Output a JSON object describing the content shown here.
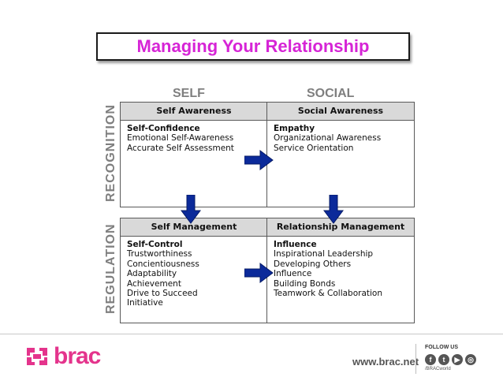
{
  "title": "Managing Your Relationship",
  "columns": {
    "self": "SELF",
    "social": "SOCIAL"
  },
  "rows": {
    "recognition": "RECOGNITION",
    "regulation": "REGULATION"
  },
  "quadrants": {
    "self_awareness": {
      "header": "Self Awareness",
      "lead": "Self-Confidence",
      "items": [
        "Emotional Self-Awareness",
        "Accurate Self Assessment"
      ]
    },
    "social_awareness": {
      "header": "Social Awareness",
      "lead": "Empathy",
      "items": [
        "Organizational Awareness",
        "Service Orientation"
      ]
    },
    "self_management": {
      "header": "Self Management",
      "lead": "Self-Control",
      "items": [
        "Trustworthiness",
        "Concientiousness",
        "Adaptability",
        "Achievement",
        "Drive to Succeed",
        "Initiative"
      ]
    },
    "relationship_management": {
      "header": "Relationship Management",
      "lead": "Influence",
      "items": [
        "Inspirational Leadership",
        "Developing Others",
        "Influence",
        "Building Bonds",
        "Teamwork & Collaboration"
      ]
    }
  },
  "footer": {
    "brand": "brac",
    "url": "www.brac.net",
    "follow_label": "FOLLOW US",
    "social_icons": [
      {
        "name": "facebook-icon",
        "glyph": "f"
      },
      {
        "name": "twitter-icon",
        "glyph": "t"
      },
      {
        "name": "youtube-icon",
        "glyph": "▶"
      },
      {
        "name": "instagram-icon",
        "glyph": "◎"
      }
    ],
    "handle": "/BRACworld"
  },
  "colors": {
    "title": "#d624d6",
    "arrow": "#0b2a9a",
    "brand": "#e4348c",
    "header_bg": "#d9d9d9"
  }
}
